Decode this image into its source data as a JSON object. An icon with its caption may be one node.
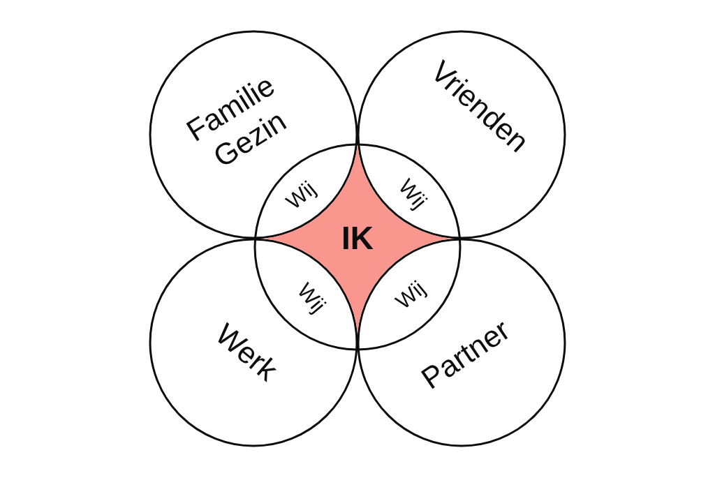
{
  "diagram": {
    "nodes": [
      {
        "text": [
          "Familie Gezin"
        ]
      },
      {
        "text": [
          "Vrienden"
        ]
      },
      {
        "text": [
          "IK"
        ]
      },
      {
        "text": [
          "Werk"
        ]
      },
      {
        "text": [
          "Partner"
        ]
      }
    ],
    "labels": [
      "Wij",
      "Wij",
      "Wij",
      "Wij"
    ]
  }
}
